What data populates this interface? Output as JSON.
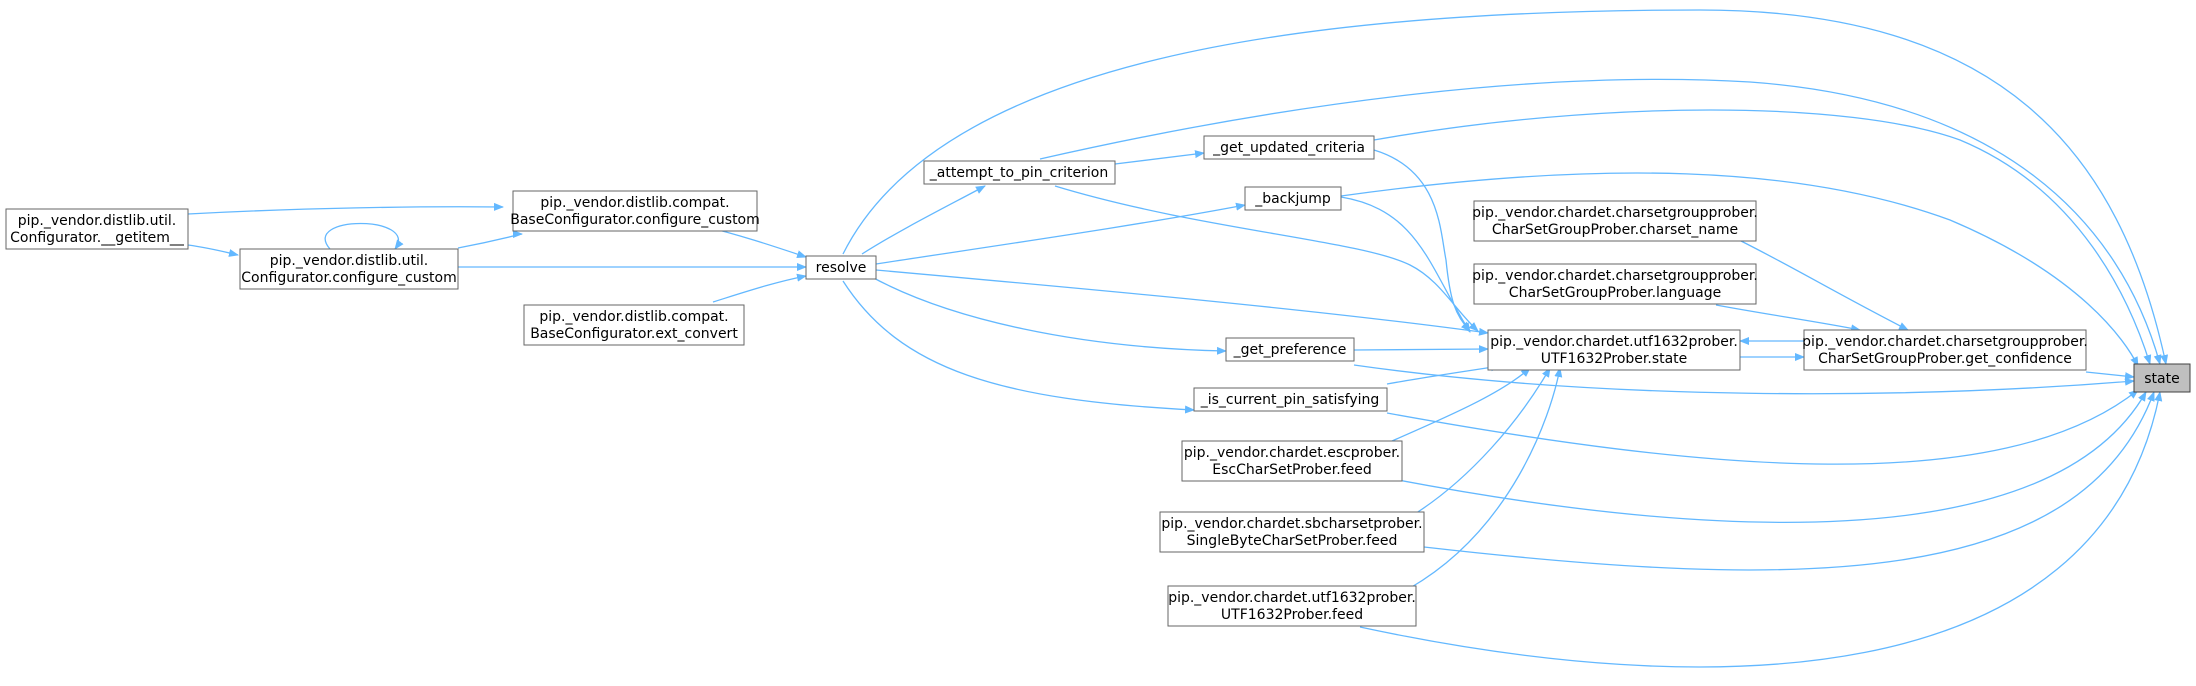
{
  "graph": {
    "title": "state",
    "nodes": {
      "state": [
        "state"
      ],
      "get_confidence": [
        "pip._vendor.chardet.charsetgroupprober.",
        "CharSetGroupProber.get_confidence"
      ],
      "utf1632_state": [
        "pip._vendor.chardet.utf1632prober.",
        "UTF1632Prober.state"
      ],
      "charset_name": [
        "pip._vendor.chardet.charsetgroupprober.",
        "CharSetGroupProber.charset_name"
      ],
      "language": [
        "pip._vendor.chardet.charsetgroupprober.",
        "CharSetGroupProber.language"
      ],
      "get_updated_criteria": [
        "_get_updated_criteria"
      ],
      "backjump": [
        "_backjump"
      ],
      "get_preference": [
        "_get_preference"
      ],
      "is_current_pin_satisfying": [
        "_is_current_pin_satisfying"
      ],
      "esc_feed": [
        "pip._vendor.chardet.escprober.",
        "EscCharSetProber.feed"
      ],
      "sbc_feed": [
        "pip._vendor.chardet.sbcharsetprober.",
        "SingleByteCharSetProber.feed"
      ],
      "utf1632_feed": [
        "pip._vendor.chardet.utf1632prober.",
        "UTF1632Prober.feed"
      ],
      "attempt_to_pin": [
        "_attempt_to_pin_criterion"
      ],
      "resolve": [
        "resolve"
      ],
      "compat_configure_custom": [
        "pip._vendor.distlib.compat.",
        "BaseConfigurator.configure_custom"
      ],
      "util_configure_custom": [
        "pip._vendor.distlib.util.",
        "Configurator.configure_custom"
      ],
      "ext_convert": [
        "pip._vendor.distlib.compat.",
        "BaseConfigurator.ext_convert"
      ],
      "getitem": [
        "pip._vendor.distlib.util.",
        "Configurator.__getitem__"
      ]
    }
  },
  "colors": {
    "edge": "#63b8ff",
    "root_fill": "#bfbfbf",
    "node_border": "#666666"
  }
}
